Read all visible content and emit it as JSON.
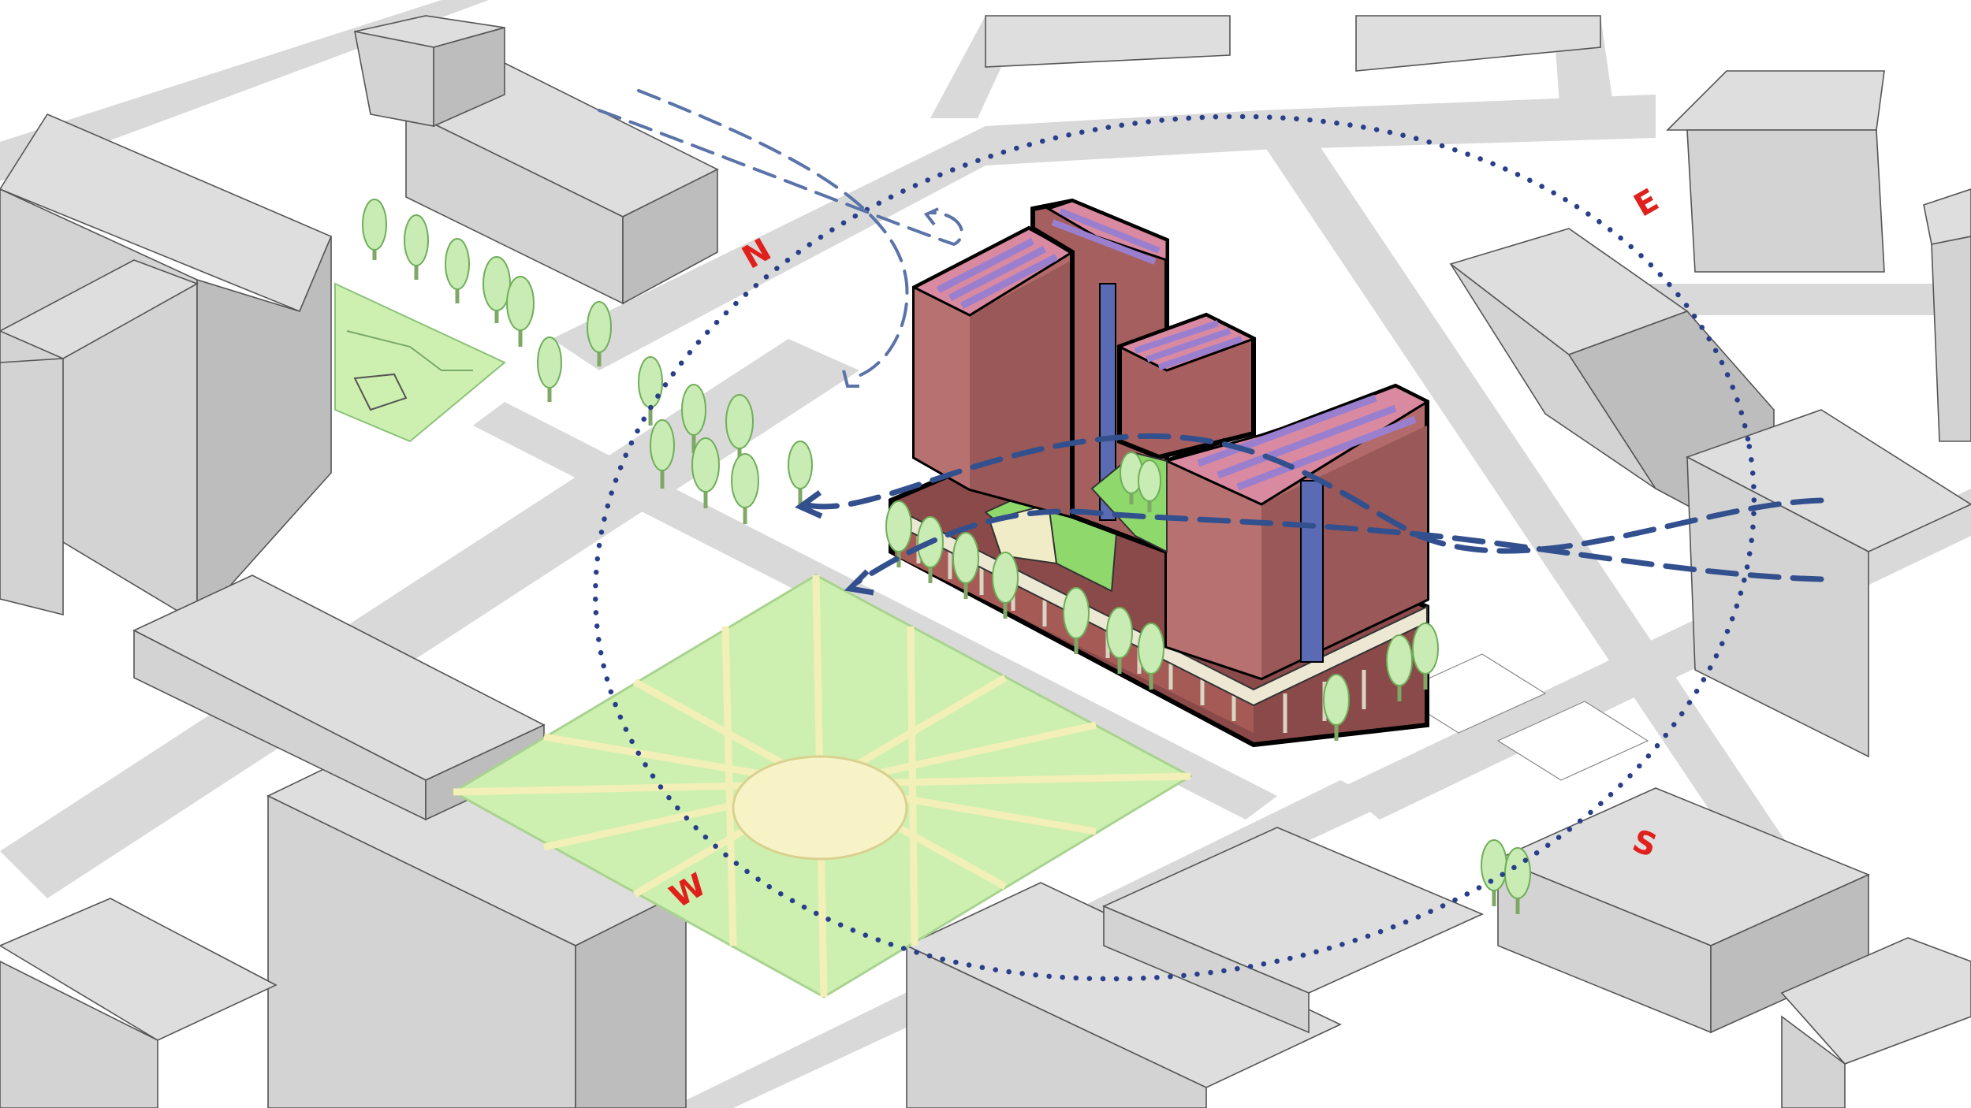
{
  "compass": {
    "north": "N",
    "east": "E",
    "south": "S",
    "west": "W"
  },
  "colors": {
    "tower_walls": "#b36a6a",
    "tower_shadow": "#9a5858",
    "roof": "#d98aa0",
    "solar_panels": "#9a7fcf",
    "park": "#cdf0b0",
    "park_paths": "#f3efb8",
    "wind_arrows": "#33508e",
    "sun_path": "#2a3f8a",
    "compass_letters": "#e0201c",
    "context_buildings": "#d6d6d6"
  }
}
